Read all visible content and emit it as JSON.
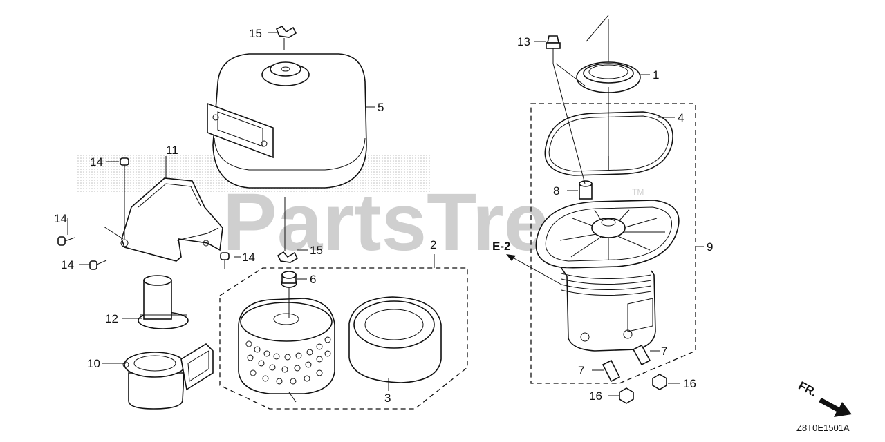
{
  "watermark": {
    "text": "PartsTree",
    "trademark": "TM"
  },
  "callouts": {
    "c1": "1",
    "c2": "2",
    "c3": "3",
    "c4": "4",
    "c5": "5",
    "c6": "6",
    "c7a": "7",
    "c7b": "7",
    "c8": "8",
    "c9": "9",
    "c10": "10",
    "c11": "11",
    "c12": "12",
    "c13": "13",
    "c14a": "14",
    "c14b": "14",
    "c14c": "14",
    "c14d": "14",
    "c15a": "15",
    "c15b": "15",
    "c16a": "16",
    "c16b": "16"
  },
  "reference": {
    "label": "E-2"
  },
  "direction": {
    "label": "FR."
  },
  "diagram_code": "Z8T0E1501A",
  "colors": {
    "line": "#111111",
    "watermark": "#cfcfcf",
    "background": "#ffffff"
  }
}
